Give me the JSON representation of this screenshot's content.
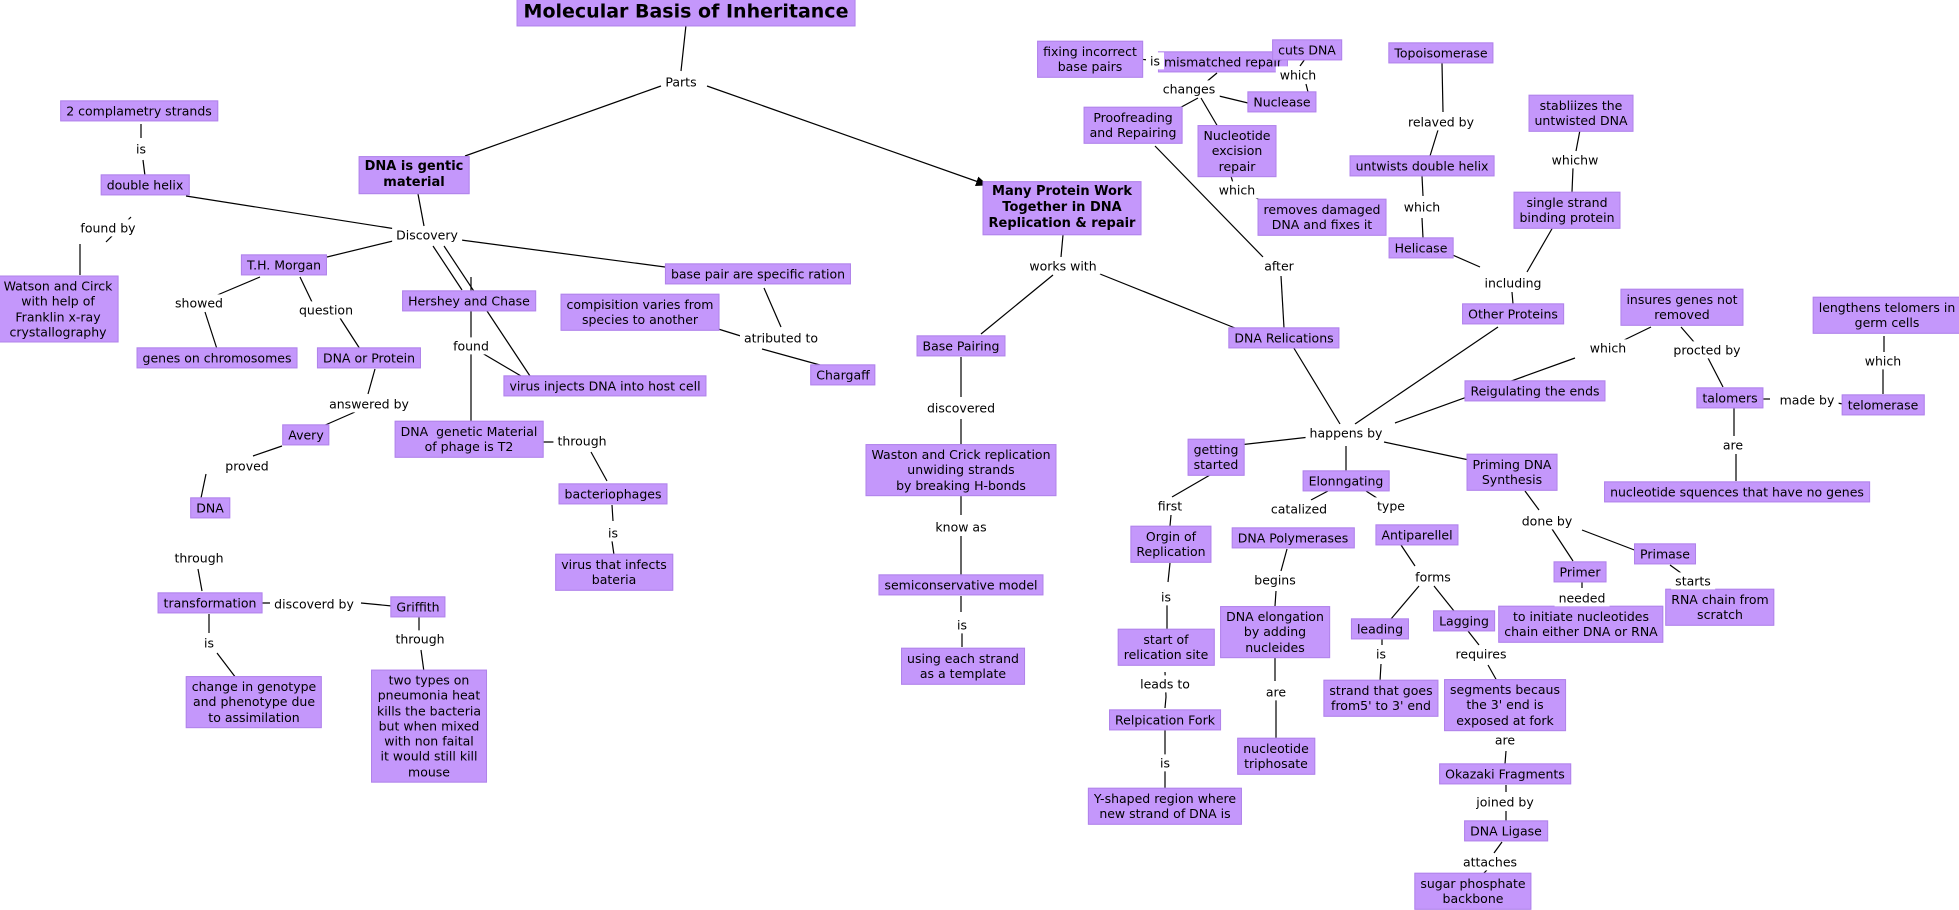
{
  "concepts": {
    "title": "Molecular Basis of Inheritance",
    "c_dna_genetic": "DNA is gentic\nmaterial",
    "c_many_protein": "Many Protein Work\nTogether in DNA\nReplication & repair",
    "c_2strands": "2 complametry strands",
    "c_double_helix": "double helix",
    "c_watson_crick_franklin": "Watson and Circk\nwith help of\nFranklin x-ray\ncrystallography",
    "c_th_morgan": "T.H. Morgan",
    "c_genes_chrom": "genes on chromosomes",
    "c_dna_or_protein": "DNA or Protein",
    "c_avery": "Avery",
    "c_dna": "DNA",
    "c_transformation": "transformation",
    "c_griffith": "Griffith",
    "c_change_geno": "change in genotype\nand phenotype due\nto assimilation",
    "c_two_types": "two types on\npneumonia heat\nkills the bacteria\nbut when mixed\nwith non faital\nit would still kill\nmouse",
    "c_hershey": "Hershey and Chase",
    "c_virus_injects": "virus injects DNA into host cell",
    "c_dna_phage": "DNA  genetic Material\nof phage is T2",
    "c_bacteriophages": "bacteriophages",
    "c_virus_infects": "virus that infects\nbateria",
    "c_composition": "compisition varies from\nspecies to another",
    "c_base_pair_ratio": "base pair are specific ration",
    "c_chargaff": "Chargaff",
    "c_base_pairing": "Base Pairing",
    "c_waston_replication": "Waston and Crick replication\nunwiding strands\nby breaking H-bonds",
    "c_semiconservative": "semiconservative model",
    "c_each_strand": "using each strand\nas a template",
    "c_fixing_incorrect": "fixing incorrect\nbase pairs",
    "c_mismatched": "mismatched repair",
    "c_cuts_dna": "cuts DNA",
    "c_nuclease": "Nuclease",
    "c_proofreading": "Proofreading\nand Repairing",
    "c_nucleotide_excision": "Nucleotide\nexcision\nrepair",
    "c_removes_damaged": "removes damaged\nDNA and fixes it",
    "c_dna_relications": "DNA Relications",
    "c_topoisomerase": "Topoisomerase",
    "c_untwists": "untwists double helix",
    "c_helicase": "Helicase",
    "c_stabilizes": "stabliizes the\nuntwisted DNA",
    "c_single_strand": "single strand\nbinding protein",
    "c_other_proteins": "Other Proteins",
    "c_insures": "insures genes not\nremoved",
    "c_regulating": "Reigulating the ends",
    "c_talomers": "talomers",
    "c_telomerase": "telomerase",
    "c_lengthens": "lengthens telomers in\ngerm cells",
    "c_nucleotide_seq": "nucleotide squences that have no genes",
    "c_getting_started": "getting\nstarted",
    "c_origin": "Orgin of\nReplication",
    "c_start_relication": "start of\nrelication site",
    "c_fork": "Relpication Fork",
    "c_y_shaped": "Y-shaped region where\nnew strand of DNA is",
    "c_elongating": "Elonngating",
    "c_dna_polymerases": "DNA Polymerases",
    "c_dna_elongation": "DNA elongation\nby adding\nnucleides",
    "c_nucleotide_triphosate": "nucleotide\ntriphosate",
    "c_antiparallel": "Antiparellel",
    "c_leading": "leading",
    "c_strand_5_3": "strand that goes\nfrom5' to 3' end",
    "c_lagging": "Lagging",
    "c_segments": "segments becaus\nthe 3' end is\nexposed at fork",
    "c_okazaki": "Okazaki Fragments",
    "c_dna_ligase": "DNA Ligase",
    "c_sugar_phosphate": "sugar phosphate\nbackbone",
    "c_priming": "Priming DNA\nSynthesis",
    "c_primer": "Primer",
    "c_primase": "Primase",
    "c_initiate": "to initiate nucleotides\nchain either DNA or RNA",
    "c_rna_chain": "RNA chain from\nscratch"
  },
  "linking_phrases": {
    "l_parts": "Parts",
    "l_discovery": "Discovery",
    "l_is_strands": "is",
    "l_found_by": "found by",
    "l_showed": "showed",
    "l_question": "question",
    "l_answered_by": "answered by",
    "l_proved": "proved",
    "l_through_dna": "through",
    "l_discoverd_by": "discoverd by",
    "l_is_transformation": "is",
    "l_through_griffith": "through",
    "l_found_hershey": "found",
    "l_through_phage": "through",
    "l_is_bacteriophages": "is",
    "l_atributed_to": "atributed to",
    "l_works_with": "works with",
    "l_discovered": "discovered",
    "l_know_as": "know as",
    "l_is_semiconservative": "is",
    "l_is_mismatch": "is",
    "l_which_cuts": "which",
    "l_changes": "changes",
    "l_which_excision": "which",
    "l_after": "after",
    "l_relaved_by": "relaved by",
    "l_which_helicase": "which",
    "l_whichw": "whichw",
    "l_including": "including",
    "l_happens_by": "happens by",
    "l_which_regulating": "which",
    "l_procted_by": "procted by",
    "l_made_by": "made by",
    "l_which_telomerase": "which",
    "l_are_talomers": "are",
    "l_first": "first",
    "l_is_origin": "is",
    "l_leads_to": "leads to",
    "l_is_fork": "is",
    "l_catalized": "catalized",
    "l_begins": "begins",
    "l_are_elongation": "are",
    "l_type": "type",
    "l_forms": "forms",
    "l_is_leading": "is",
    "l_requires": "requires",
    "l_are_segments": "are",
    "l_joined_by": "joined by",
    "l_attaches": "attaches",
    "l_done_by": "done by",
    "l_needed": "needed",
    "l_starts": "starts"
  }
}
